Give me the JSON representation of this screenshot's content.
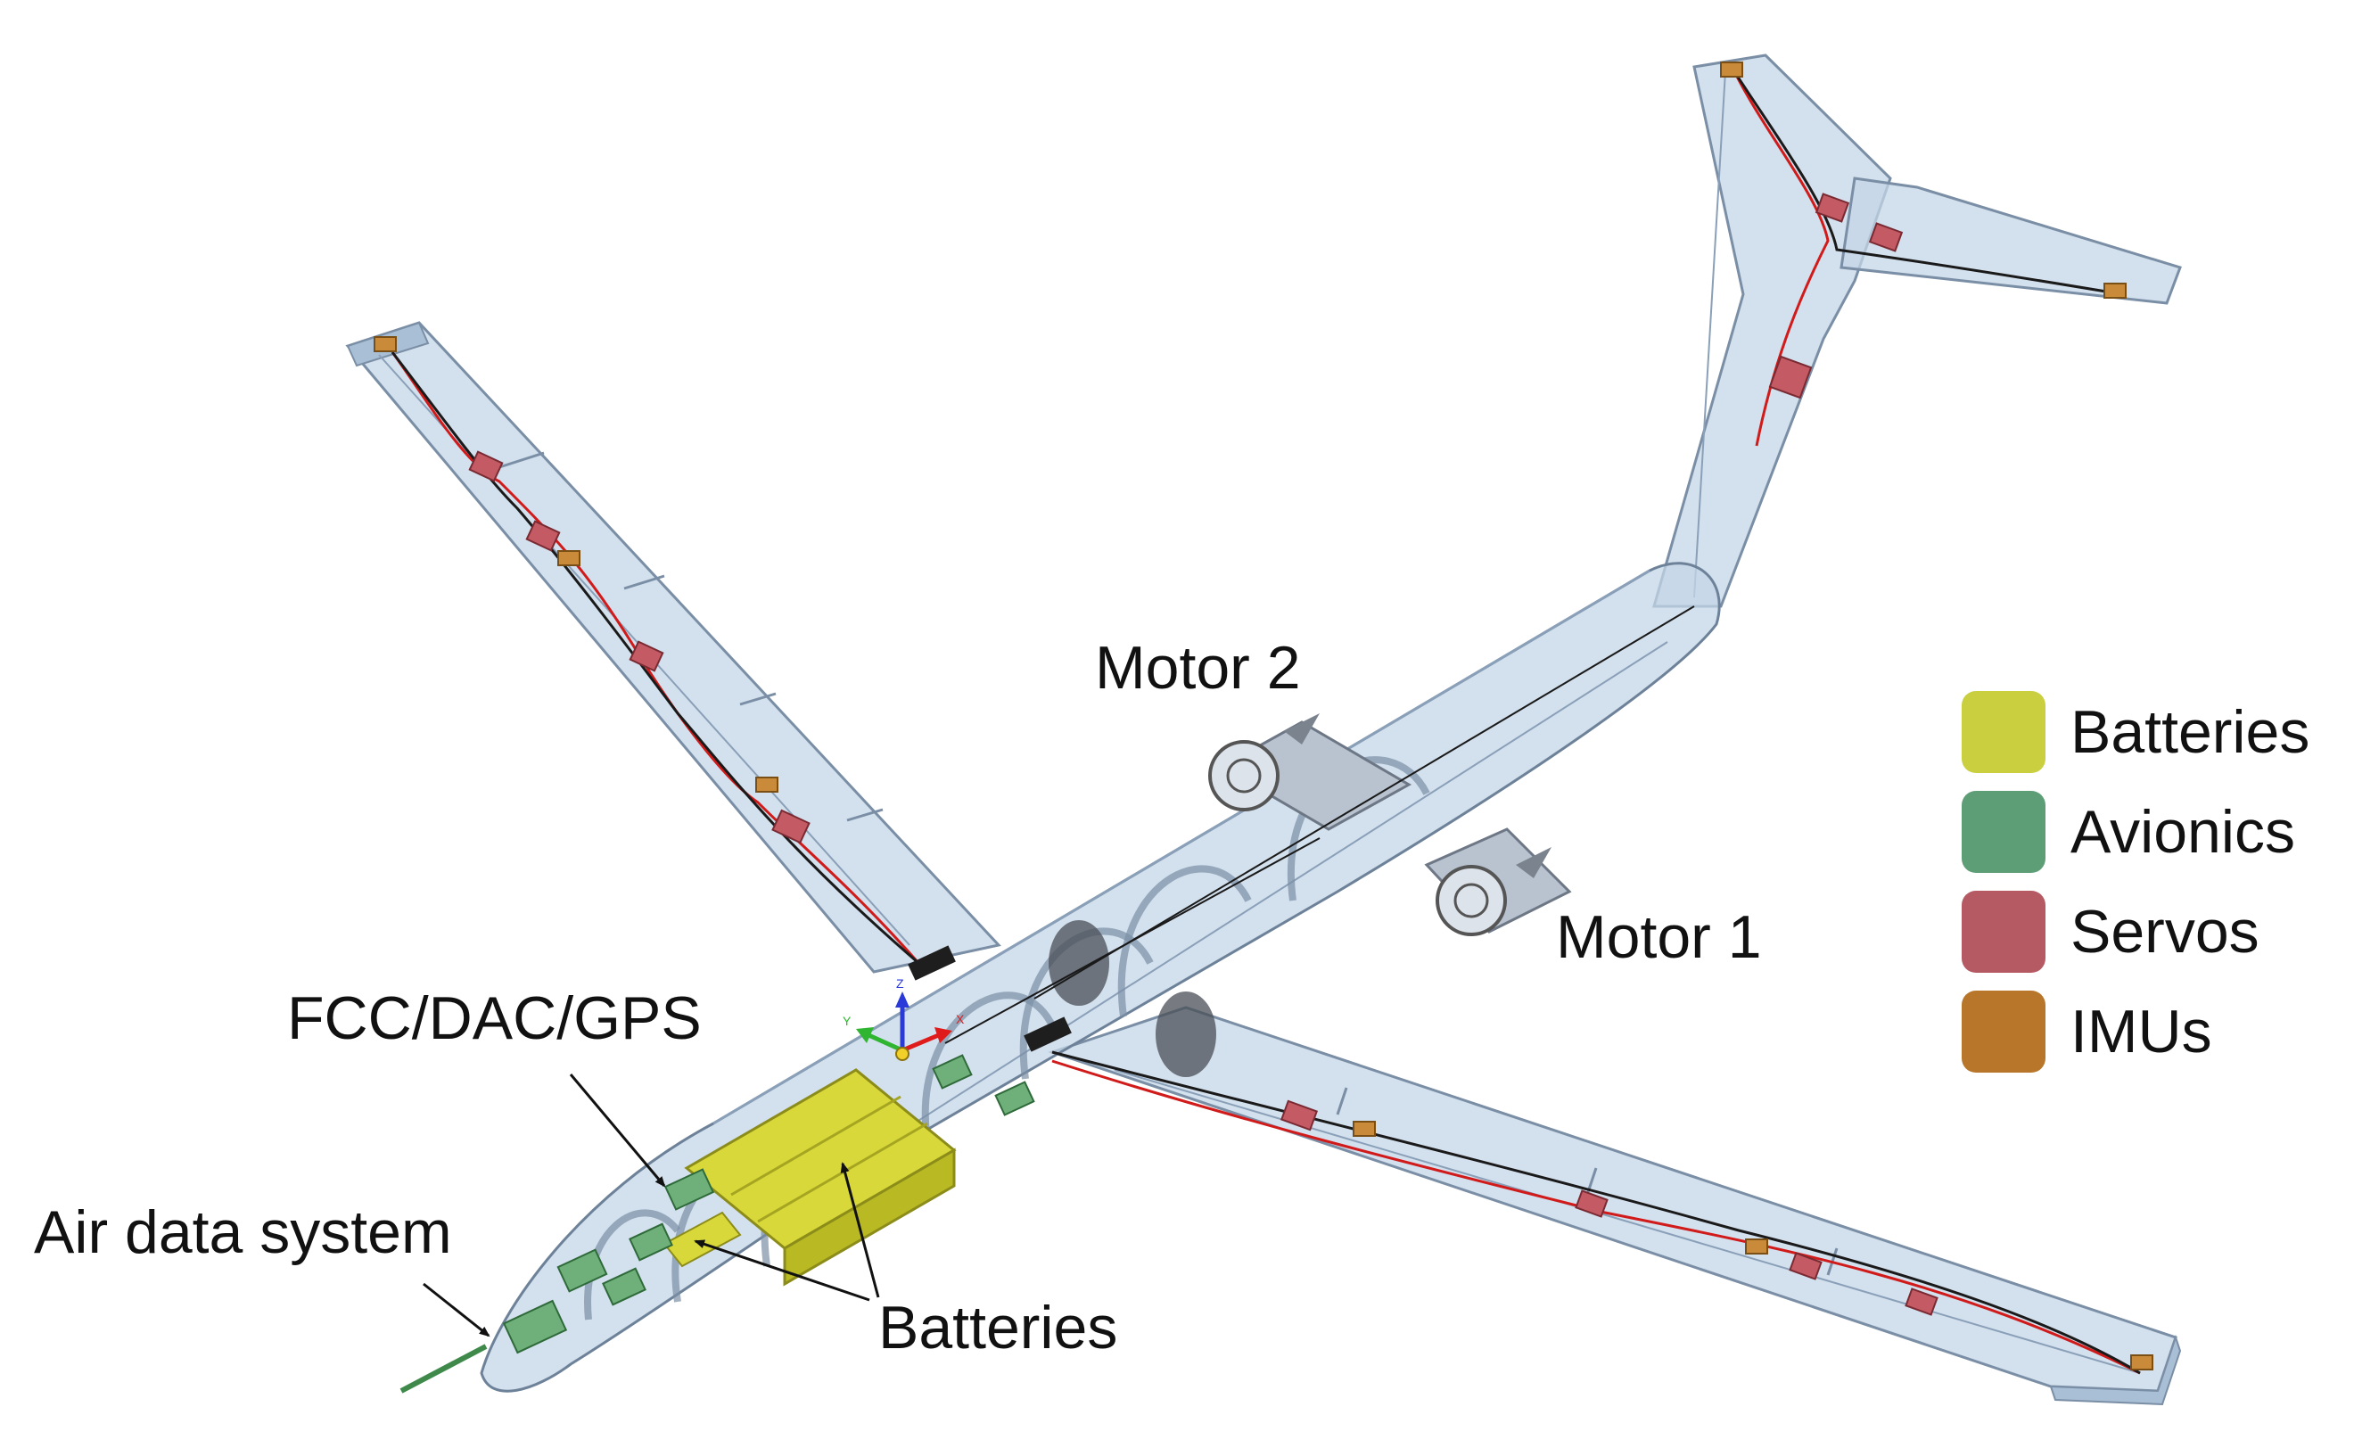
{
  "labels": {
    "motor2": "Motor 2",
    "motor1": "Motor 1",
    "fcc": "FCC/DAC/GPS",
    "air_data": "Air data system",
    "batteries_callout": "Batteries"
  },
  "axis_triad": {
    "z": "Z",
    "y": "Y",
    "x": "X"
  },
  "legend": [
    {
      "label": "Batteries",
      "color": "#c9cf3f"
    },
    {
      "label": "Avionics",
      "color": "#5e9e76"
    },
    {
      "label": "Servos",
      "color": "#b55a62"
    },
    {
      "label": "IMUs",
      "color": "#b8762b"
    }
  ],
  "colors": {
    "airframe": "#b9cfe4",
    "airframe_edge": "#6d8299",
    "wire_red": "#d11a1a",
    "wire_black": "#1a1a1a",
    "battery": "#d8d83a",
    "avionics": "#6fb07a",
    "servo": "#c45a64",
    "imu": "#c98a3a"
  }
}
